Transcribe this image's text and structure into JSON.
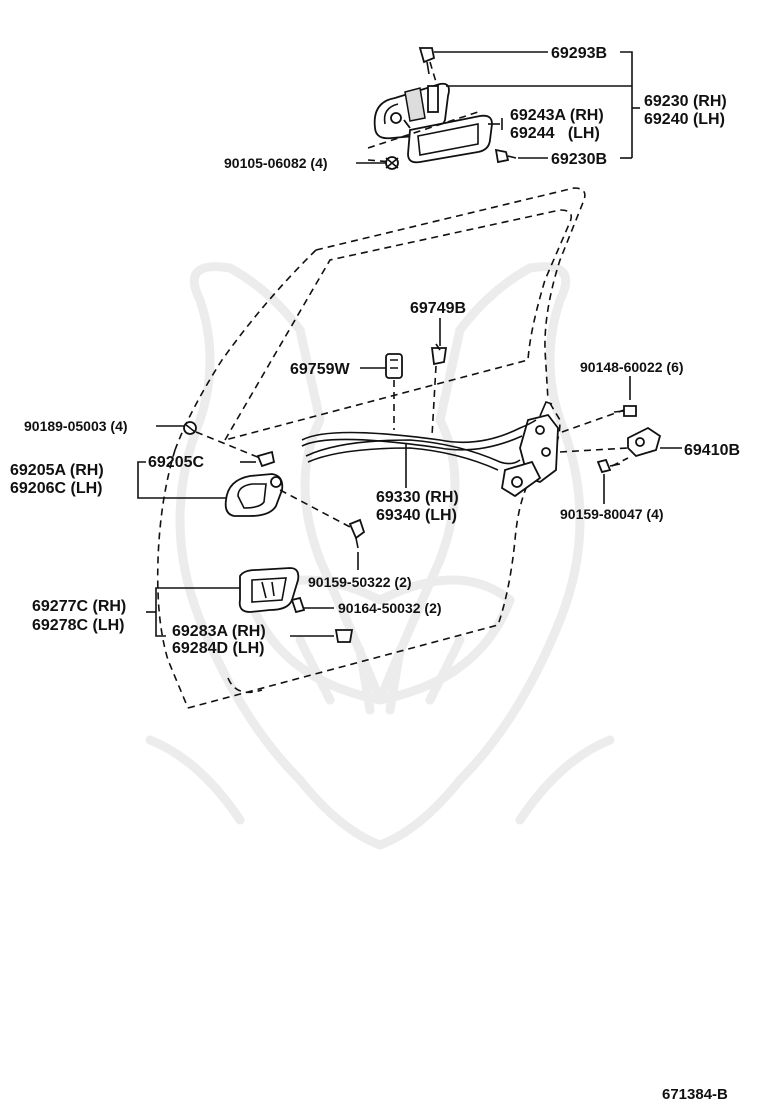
{
  "figure_id": "671384-B",
  "labels": {
    "p69293B": "69293B",
    "p69230": "69230 (RH)",
    "p69240": "69240 (LH)",
    "p69243A": "69243A (RH)",
    "p69244": "69244   (LH)",
    "p69230B": "69230B",
    "p90105": "90105-06082 (4)",
    "p69749B": "69749B",
    "p69759W": "69759W",
    "p90148": "90148-60022 (6)",
    "p69410B": "69410B",
    "p90159_80047": "90159-80047 (4)",
    "p90189": "90189-05003 (4)",
    "p69205A": "69205A (RH)",
    "p69206C": "69206C (LH)",
    "p69205C": "69205C",
    "p69330": "69330 (RH)",
    "p69340": "69340 (LH)",
    "p90159_50322": "90159-50322 (2)",
    "p69277C": "69277C (RH)",
    "p69278C": "69278C (LH)",
    "p90164": "90164-50032 (2)",
    "p69283A": "69283A (RH)",
    "p69284D": "69284D (LH)"
  }
}
